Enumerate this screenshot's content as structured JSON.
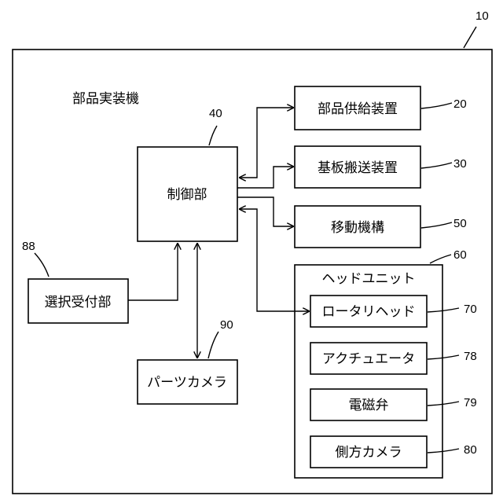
{
  "machine": {
    "title": "部品実装機",
    "ref": "10"
  },
  "blocks": {
    "control": {
      "label": "制御部",
      "ref": "40"
    },
    "feeder": {
      "label": "部品供給装置",
      "ref": "20"
    },
    "board": {
      "label": "基板搬送装置",
      "ref": "30"
    },
    "moving": {
      "label": "移動機構",
      "ref": "50"
    },
    "head_unit": {
      "label": "ヘッドユニット",
      "ref": "60"
    },
    "rotary_head": {
      "label": "ロータリヘッド",
      "ref": "70"
    },
    "actuator": {
      "label": "アクチュエータ",
      "ref": "78"
    },
    "solenoid": {
      "label": "電磁弁",
      "ref": "79"
    },
    "side_camera": {
      "label": "側方カメラ",
      "ref": "80"
    },
    "selection": {
      "label": "選択受付部",
      "ref": "88"
    },
    "parts_camera": {
      "label": "パーツカメラ",
      "ref": "90"
    }
  }
}
